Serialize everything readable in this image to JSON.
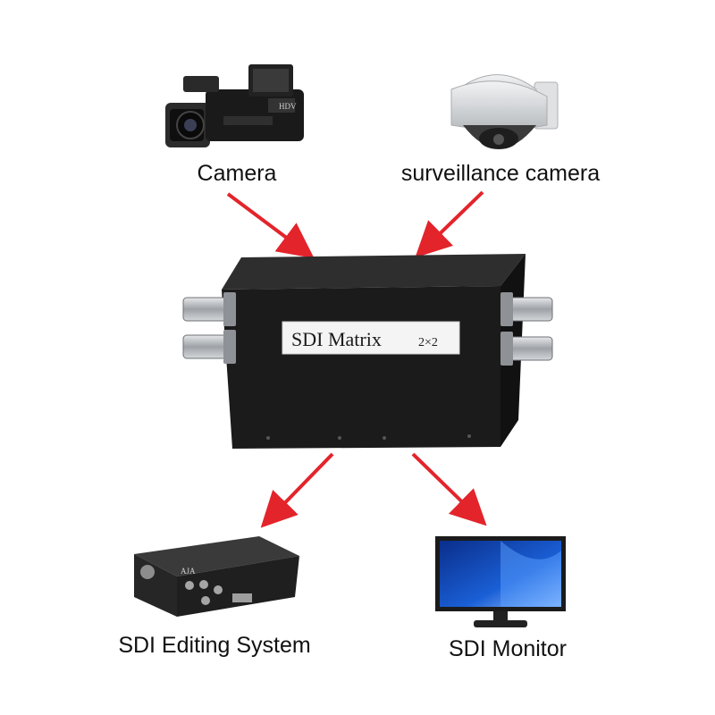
{
  "labels": {
    "camera": "Camera",
    "surveillance": "surveillance camera",
    "device": "SDI Matrix",
    "device_suffix": "2×2",
    "editing": "SDI Editing System",
    "monitor": "SDI Monitor"
  },
  "logos": {
    "aja": "AJA"
  },
  "colors": {
    "arrow": "#e3242b",
    "device_body": "#1b1b1b",
    "connector": "#b9bcc0"
  }
}
